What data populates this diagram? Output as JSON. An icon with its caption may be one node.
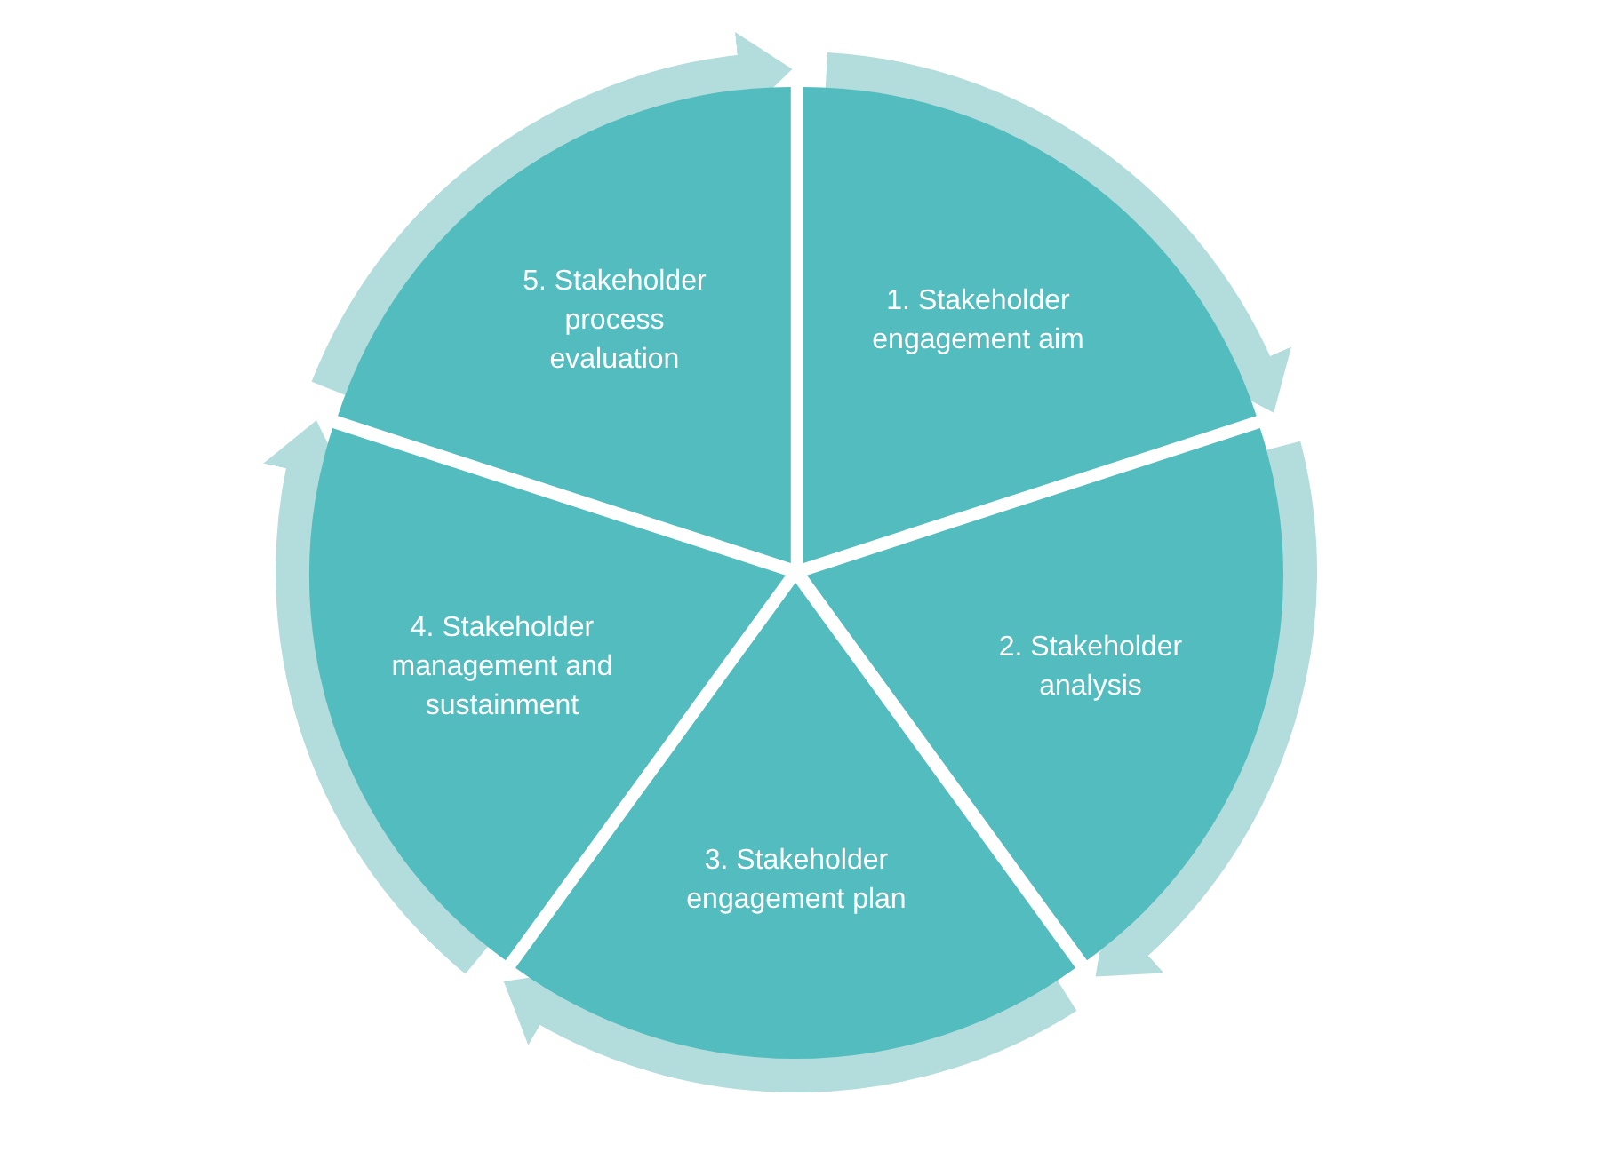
{
  "diagram": {
    "nodes": [
      {
        "text": [
          "1. Stakeholder engagement aim"
        ]
      },
      {
        "text": [
          "2. Stakeholder analysis"
        ]
      },
      {
        "text": [
          "3. Stakeholder engagement plan"
        ]
      },
      {
        "text": [
          "4. Stakeholder management and sustainment"
        ]
      },
      {
        "text": [
          "5. Stakeholder process evaluation"
        ]
      }
    ],
    "edges": [
      {
        "from": 0,
        "to": 1,
        "arrow": "to"
      },
      {
        "from": 1,
        "to": 2,
        "arrow": "to"
      },
      {
        "from": 2,
        "to": 3,
        "arrow": "to"
      },
      {
        "from": 3,
        "to": 4,
        "arrow": "to"
      },
      {
        "from": 4,
        "to": 0,
        "arrow": "to"
      }
    ]
  }
}
